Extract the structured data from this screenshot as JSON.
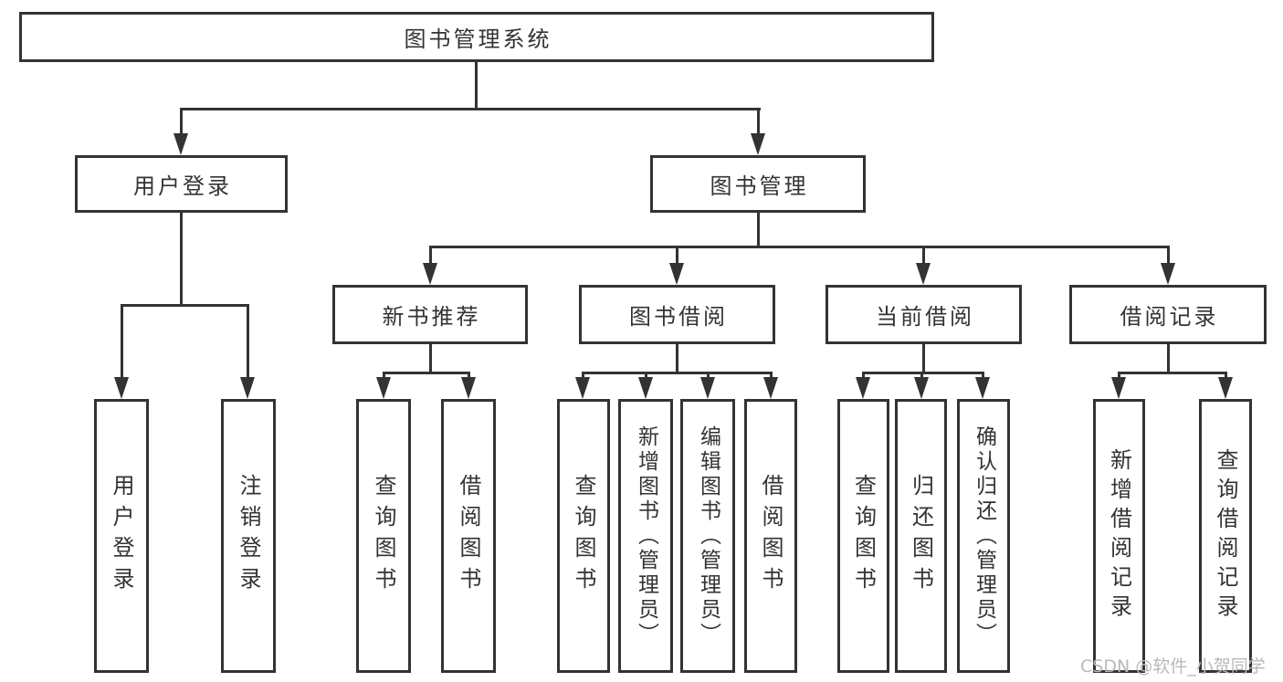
{
  "diagram": {
    "root": {
      "label": "图书管理系统"
    },
    "level1": [
      {
        "label": "用户登录"
      },
      {
        "label": "图书管理"
      }
    ],
    "level2": [
      {
        "label": "新书推荐",
        "parent": "图书管理"
      },
      {
        "label": "图书借阅",
        "parent": "图书管理"
      },
      {
        "label": "当前借阅",
        "parent": "图书管理"
      },
      {
        "label": "借阅记录",
        "parent": "图书管理"
      }
    ],
    "level3": [
      {
        "label": "用户登录",
        "parent": "用户登录"
      },
      {
        "label": "注销登录",
        "parent": "用户登录"
      },
      {
        "label": "查询图书",
        "parent": "新书推荐"
      },
      {
        "label": "借阅图书",
        "parent": "新书推荐"
      },
      {
        "label": "查询图书",
        "parent": "图书借阅"
      },
      {
        "label": "新增图书（管理员）",
        "parent": "图书借阅"
      },
      {
        "label": "编辑图书（管理员）",
        "parent": "图书借阅"
      },
      {
        "label": "借阅图书",
        "parent": "图书借阅"
      },
      {
        "label": "查询图书",
        "parent": "当前借阅"
      },
      {
        "label": "归还图书",
        "parent": "当前借阅"
      },
      {
        "label": "确认归还（管理员）",
        "parent": "当前借阅"
      },
      {
        "label": "新增借阅记录",
        "parent": "借阅记录"
      },
      {
        "label": "查询借阅记录",
        "parent": "借阅记录"
      }
    ]
  },
  "watermark": {
    "text": "CSDN @软件_小贺同学"
  },
  "colors": {
    "line": "#333333",
    "text": "#333333",
    "watermark": "#b9b9b9",
    "background": "#ffffff"
  }
}
